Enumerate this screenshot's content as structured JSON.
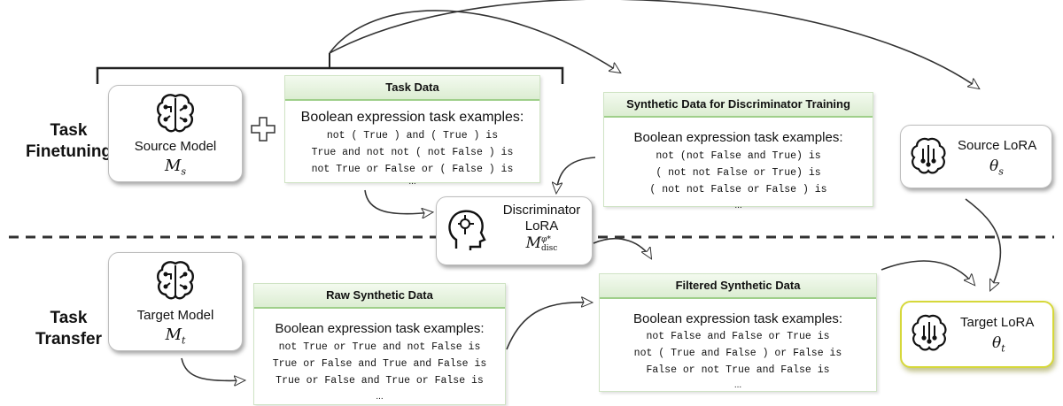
{
  "sections": {
    "finetuning": "Task\nFinetuning",
    "transfer": "Task\nTransfer"
  },
  "source_model": {
    "name": "Source Model",
    "symbol": "M",
    "subscript": "s"
  },
  "target_model": {
    "name": "Target Model",
    "symbol": "M",
    "subscript": "t"
  },
  "discriminator": {
    "name_line1": "Discriminator",
    "name_line2": "LoRA",
    "symbol": "M",
    "subscript": "disc",
    "superscript": "φ*"
  },
  "source_lora": {
    "name": "Source LoRA",
    "symbol": "θ",
    "subscript": "s"
  },
  "target_lora": {
    "name": "Target LoRA",
    "symbol": "θ",
    "subscript": "t"
  },
  "task_data": {
    "header": "Task Data",
    "title": "Boolean expression task examples:",
    "lines": [
      "not ( True ) and ( True ) is",
      "True and not not ( not False ) is",
      "not True or False or ( False ) is"
    ],
    "ellipsis": "..."
  },
  "synthetic_disc": {
    "header": "Synthetic Data for Discriminator Training",
    "title": "Boolean expression task examples:",
    "lines": [
      "not (not False and True) is",
      "( not not False or True) is",
      "( not not False or False ) is"
    ],
    "ellipsis": "..."
  },
  "raw_synthetic": {
    "header": "Raw Synthetic Data",
    "title": "Boolean expression task examples:",
    "lines": [
      "not True or True and not False is",
      "True or False and True and False is",
      "True or False and True or False is"
    ],
    "ellipsis": "..."
  },
  "filtered_synthetic": {
    "header": "Filtered Synthetic Data",
    "title": "Boolean expression task examples:",
    "lines": [
      "not False and False or True is",
      "not ( True and False ) or False is",
      "False or not True and False is"
    ],
    "ellipsis": "..."
  },
  "plus_sign": "+",
  "colors": {
    "target_lora_border": "#d6d83a",
    "header_green": "#9fcf8a",
    "divider": "#333333"
  },
  "icons": [
    "brain-circuit-icon",
    "head-circuit-icon",
    "circuit-node-icon"
  ]
}
